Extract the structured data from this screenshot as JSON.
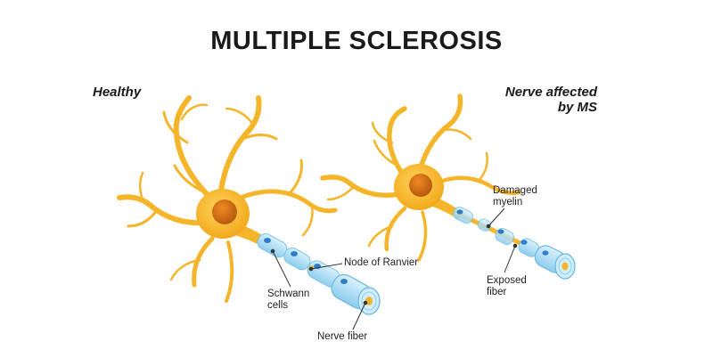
{
  "title": "MULTIPLE SCLEROSIS",
  "panels": {
    "healthy": {
      "label": "Healthy",
      "callouts": {
        "node": "Node of Ranvier",
        "schwann": [
          "Schwann",
          "cells"
        ],
        "fiber": "Nerve fiber"
      }
    },
    "ms": {
      "label": [
        "Nerve affected",
        "by MS"
      ],
      "callouts": {
        "damaged": [
          "Damaged",
          "myelin"
        ],
        "exposed": [
          "Exposed",
          "fiber"
        ]
      }
    }
  },
  "colors": {
    "neuron": "#F5B52A",
    "neuron_dark": "#E49A12",
    "nucleus": "#D9781A",
    "myelin": "#A9DDF4",
    "myelin_edge": "#6CB8E0",
    "node_dot": "#2F7DC6",
    "fiber": "#F5B52A",
    "text": "#1a1a1a"
  }
}
